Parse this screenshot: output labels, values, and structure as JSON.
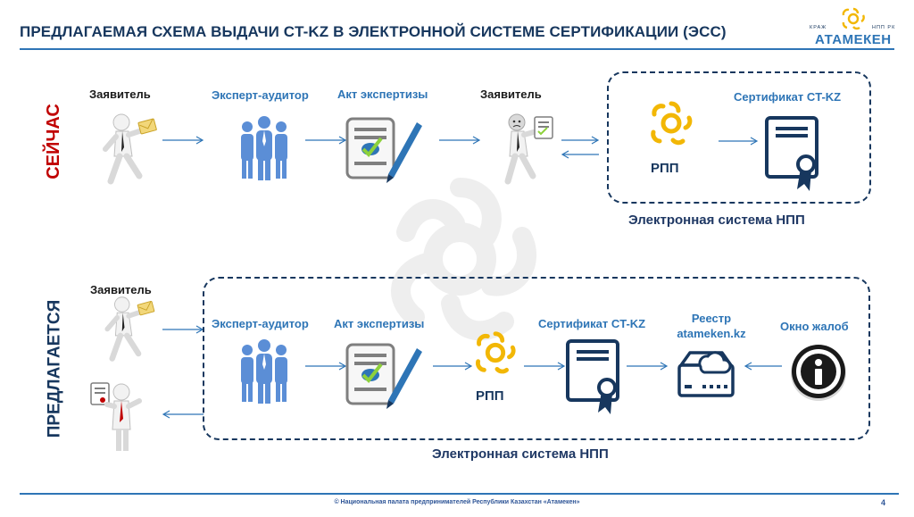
{
  "header": {
    "title": "ПРЕДЛАГАЕМАЯ СХЕМА ВЫДАЧИ CT-KZ В ЭЛЕКТРОННОЙ СИСТЕМЕ СЕРТИФИКАЦИИ (ЭСС)",
    "logo_small_left": "КРАЖ",
    "logo_small_right": "НПП РК",
    "logo_text": "АТАМЕКЕН"
  },
  "now": {
    "side_label": "СЕЙЧАС",
    "applicant": "Заявитель",
    "expert": "Эксперт-аудитор",
    "act": "Акт экспертизы",
    "applicant2": "Заявитель",
    "certificate": "Сертификат CT-KZ",
    "rpp": "РПП",
    "system_label": "Электронная система НПП"
  },
  "proposed": {
    "side_label": "ПРЕДЛАГАЕТСЯ",
    "applicant": "Заявитель",
    "expert": "Эксперт-аудитор",
    "act": "Акт экспертизы",
    "certificate": "Сертификат CT-KZ",
    "registry_line1": "Реестр",
    "registry_line2": "atameken.kz",
    "complaints": "Окно жалоб",
    "rpp": "РПП",
    "system_label": "Электронная система НПП"
  },
  "footer": {
    "copyright": "© Национальная палата предпринимателей Республики Казахстан «Атамекен»",
    "page_number": "4"
  },
  "colors": {
    "dark_blue": "#17375e",
    "accent_blue": "#2e75b6",
    "people_blue": "#5b8ed6",
    "red": "#c00000",
    "gold": "#f2b705"
  }
}
